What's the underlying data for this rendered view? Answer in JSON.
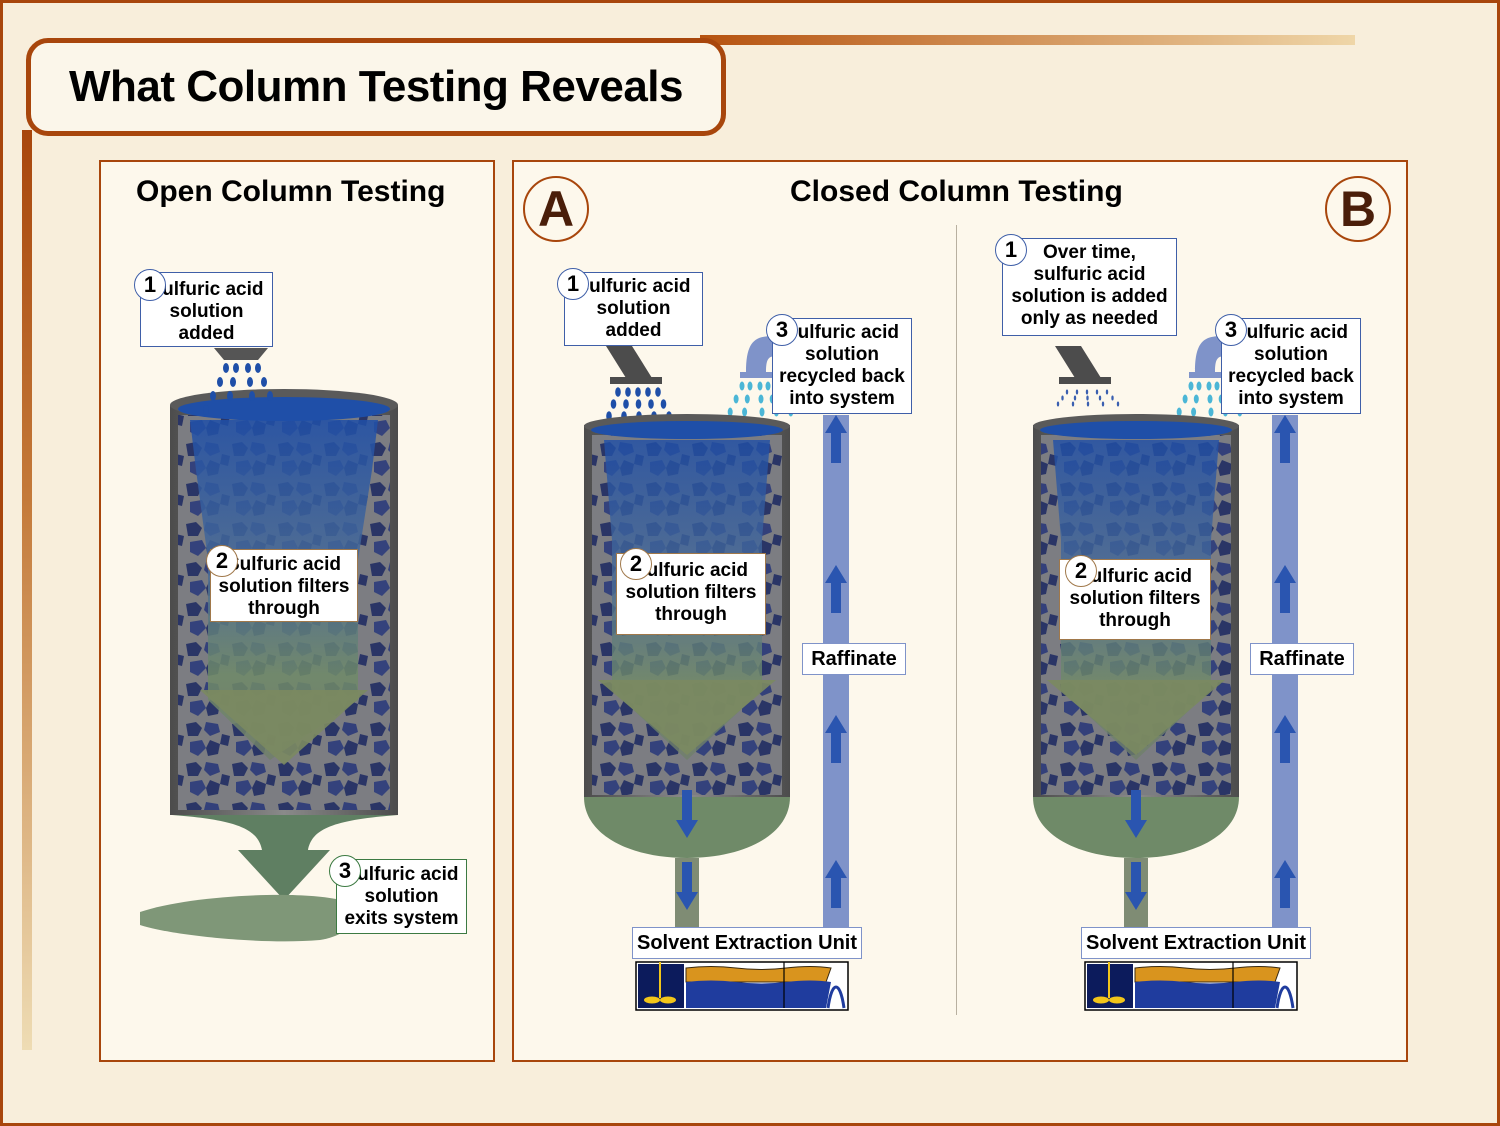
{
  "header": {
    "title": "What Column Testing Reveals"
  },
  "colors": {
    "frame": "#a8460c",
    "background": "#f8eedb",
    "panel": "#fdf8ec",
    "acid_blue": "#1f4fa8",
    "recycled_cyan": "#4bb6d6",
    "raffinate_pipe": "#7f93c9",
    "effluent_green": "#6f8a68",
    "rock": "#2a3566",
    "organic_orange": "#d9941e",
    "badge_text": "#4a1e0a"
  },
  "open_panel": {
    "title": "Open Column Testing",
    "steps": [
      {
        "number": "1",
        "text": "Sulfuric acid solution added"
      },
      {
        "number": "2",
        "text": "Sulfuric acid solution filters through"
      },
      {
        "number": "3",
        "text": "Sulfuric acid solution exits system"
      }
    ]
  },
  "closed_panel": {
    "title": "Closed Column Testing",
    "variants": [
      {
        "letter": "A",
        "steps": [
          {
            "number": "1",
            "text": "Sulfuric acid solution added"
          },
          {
            "number": "2",
            "text": "Sulfuric acid solution filters through"
          },
          {
            "number": "3",
            "text": "Sulfuric acid solution recycled back into system"
          }
        ],
        "raffinate_label": "Raffinate",
        "unit_label": "Solvent Extraction Unit"
      },
      {
        "letter": "B",
        "steps": [
          {
            "number": "1",
            "text": "Over time, sulfuric acid solution is added only as needed"
          },
          {
            "number": "2",
            "text": "Sulfuric acid solution filters through"
          },
          {
            "number": "3",
            "text": "Sulfuric acid solution recycled back into system"
          }
        ],
        "raffinate_label": "Raffinate",
        "unit_label": "Solvent Extraction Unit"
      }
    ]
  }
}
